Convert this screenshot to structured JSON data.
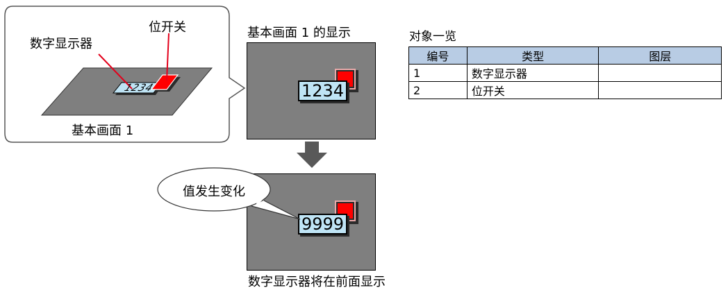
{
  "callout": {
    "label_numeric_display": "数字显示器",
    "label_bit_switch": "位开关",
    "plane_display_value": "1234",
    "base_screen_label": "基本画面 1"
  },
  "top_screen": {
    "caption": "基本画面 1 的显示",
    "display_value": "1234"
  },
  "bottom_screen": {
    "bubble_text": "值发生变化",
    "display_value": "9999",
    "caption": "数字显示器将在前面显示"
  },
  "object_list": {
    "title": "对象一览",
    "headers": [
      "编号",
      "类型",
      "图层"
    ],
    "rows": [
      [
        "1",
        "数字显示器",
        ""
      ],
      [
        "2",
        "位开关",
        ""
      ]
    ]
  },
  "colors": {
    "screen_gray": "#7f7f7f",
    "display_fill": "#bfe4f5",
    "switch_red": "#ff0000",
    "header_blue": "#b8cce4",
    "arrow_gray": "#595959"
  }
}
